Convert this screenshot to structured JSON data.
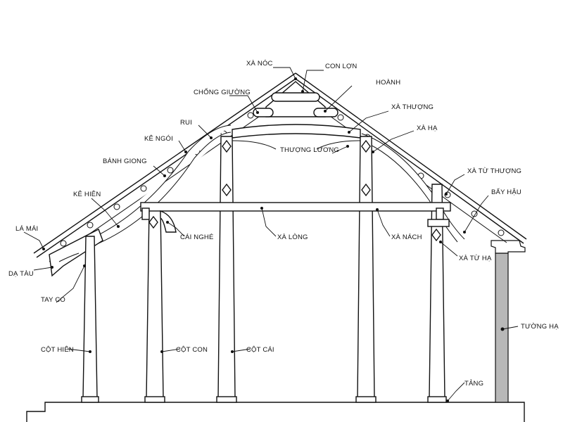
{
  "labels": {
    "xa_noc": "XÀ NÓC",
    "con_lon": "CON LỢN",
    "hoanh": "HOÀNH",
    "chong_giuong": "CHỐNG GIƯỜNG",
    "xa_thuong": "XÀ THƯỢNG",
    "rui": "RUI",
    "xa_ha": "XÀ HẠ",
    "ke_ngoi": "KÊ NGÓI",
    "thuong_luong": "THƯỢNG LƯƠNG",
    "banh_giong": "BÁNH GIONG",
    "xa_tu_thuong": "XÀ TỪ THƯỢNG",
    "ke_hien": "KÊ HIÊN",
    "bay_hau": "BẨY HẬU",
    "la_mai": "LÁ MÁI",
    "cai_nghe": "CÁI NGHÉ",
    "xa_long": "XÀ LÒNG",
    "xa_nach": "XÀ NÁCH",
    "da_tau": "DẠ TÀU",
    "xa_tu_ha": "XÀ TỪ HẠ",
    "tay_co": "TAY CO",
    "tuong_ha": "TƯỜNG HẠ",
    "cot_hien": "CỘT HIÊN",
    "cot_con": "CỘT CON",
    "cot_cai": "CỘT CÁI",
    "tang": "TẢNG"
  }
}
